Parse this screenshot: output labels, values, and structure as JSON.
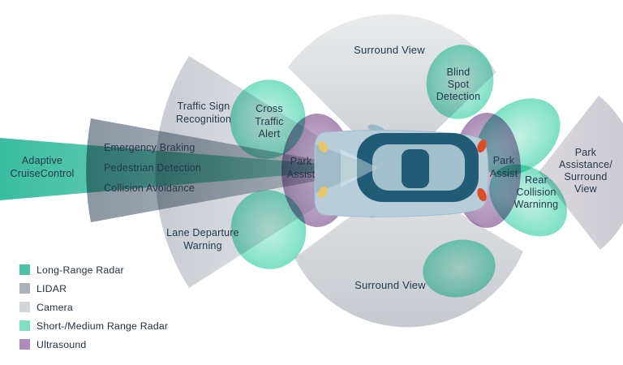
{
  "labels": {
    "adaptive_cruise": "Adaptive\nCruiseControl",
    "emergency_braking": "Emergency Braking",
    "pedestrian_detection": "Pedestrian Detection",
    "collision_avoidance": "Collision Avoidance",
    "traffic_sign": "Traffic Sign\nRecognition",
    "cross_traffic": "Cross\nTraffic\nAlert",
    "lane_departure": "Lane Departure\nWarning",
    "surround_view_top": "Surround View",
    "surround_view_bottom": "Surround View",
    "blind_spot": "Blind\nSpot\nDetection",
    "park_assist_front": "Park\nAssist",
    "park_assist_rear": "Park\nAssist",
    "rear_collision": "Rear\nCollision\nWarninng",
    "park_assistance": "Park\nAssistance/\nSurround\nView"
  },
  "legend": {
    "items": [
      {
        "label": "Long-Range Radar",
        "color": "#4cc3a6"
      },
      {
        "label": "LIDAR",
        "color": "#a9b2bb"
      },
      {
        "label": "Camera",
        "color": "#d3d6d9"
      },
      {
        "label": "Short-/Medium Range Radar",
        "color": "#7fdfc3"
      },
      {
        "label": "Ultrasound",
        "color": "#ae8bba"
      }
    ]
  }
}
